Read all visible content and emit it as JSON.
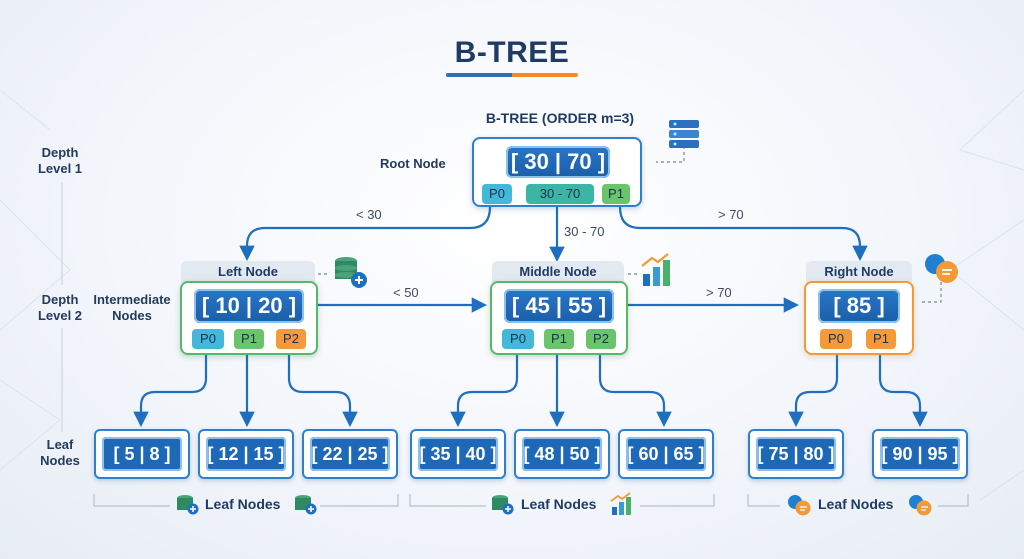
{
  "title": "B-TREE",
  "order_label": "B-TREE (ORDER m=3)",
  "side_labels": {
    "depth1": "Depth\nLevel 1",
    "depth2": "Depth\nLevel 2",
    "root": "Root Node",
    "intermediate": "Intermediate\nNodes",
    "leaf": "Leaf\nNodes"
  },
  "root": {
    "keys": "[ 30 | 70 ]",
    "pointers": [
      "P0",
      "30 - 70",
      "P1"
    ]
  },
  "edges": {
    "root_left": "< 30",
    "root_middle": "30 - 70",
    "root_right": "> 70",
    "left_middle": "< 50",
    "middle_right": "> 70"
  },
  "left": {
    "tab": "Left Node",
    "keys": "[ 10 | 20 ]",
    "pointers": [
      "P0",
      "P1",
      "P2"
    ]
  },
  "middle": {
    "tab": "Middle Node",
    "keys": "[ 45 | 55 ]",
    "pointers": [
      "P0",
      "P1",
      "P2"
    ]
  },
  "right": {
    "tab": "Right Node",
    "keys": "[ 85 ]",
    "pointers": [
      "P0",
      "P1"
    ]
  },
  "leaves": [
    "[ 5 | 8 ]",
    "[ 12 | 15 ]",
    "[ 22 | 25 ]",
    "[ 35 | 40 ]",
    "[ 48 | 50 ]",
    "[ 60 | 65 ]",
    "[ 75 | 80 ]",
    "[ 90 | 95 ]"
  ],
  "leaf_groups": [
    "Leaf Nodes",
    "Leaf Nodes",
    "Leaf Nodes"
  ],
  "icons": [
    "server-stack-icon",
    "database-add-icon",
    "bar-chart-icon",
    "chat-bubbles-icon"
  ],
  "colors": {
    "blue": "#2f7fd0",
    "green": "#58b86a",
    "orange": "#f29a38",
    "title": "#1f3b64"
  }
}
